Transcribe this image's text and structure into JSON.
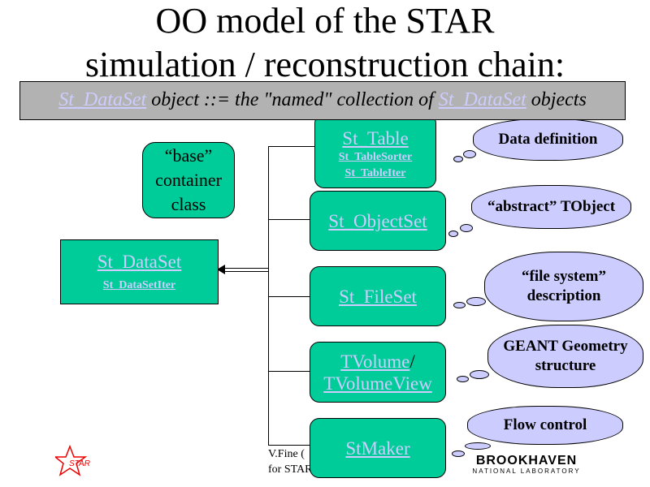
{
  "title": {
    "line1": "OO model of the STAR",
    "line2": "simulation / reconstruction chain:"
  },
  "banner": {
    "link1": "St_DataSet",
    "text1": " object ::= the \"named\" collection of ",
    "link2": "St_DataSet",
    "text2": " objects"
  },
  "callout": {
    "line1": "“base”",
    "line2": "container",
    "line3": "class"
  },
  "dataset_box": {
    "name": "St_DataSet",
    "iter": "St_DataSetIter"
  },
  "classes": [
    {
      "name": "St_Table",
      "subs": [
        "St_TableSorter",
        "St_TableIter"
      ]
    },
    {
      "name": "St_ObjectSet"
    },
    {
      "name": "St_FileSet"
    },
    {
      "name": "TVolume",
      "sep": "/",
      "name2": "TVolumeView"
    },
    {
      "name": "StMaker"
    }
  ],
  "clouds": [
    {
      "lines": [
        "Data definition"
      ]
    },
    {
      "lines": [
        "“abstract” TObject"
      ]
    },
    {
      "lines": [
        "“file system”",
        "description"
      ]
    },
    {
      "lines": [
        "GEANT Geometry",
        "structure"
      ]
    },
    {
      "lines": [
        "Flow control"
      ]
    }
  ],
  "footer": {
    "line1": "V.Fine (",
    "line2": "for STAR"
  },
  "logos": {
    "star": "STAR",
    "bnl_main": "BROOKHAVEN",
    "bnl_sub": "NATIONAL LABORATORY"
  },
  "colors": {
    "box": "#00cc99",
    "cloud": "#ccccff",
    "banner": "#b2b2b2"
  }
}
